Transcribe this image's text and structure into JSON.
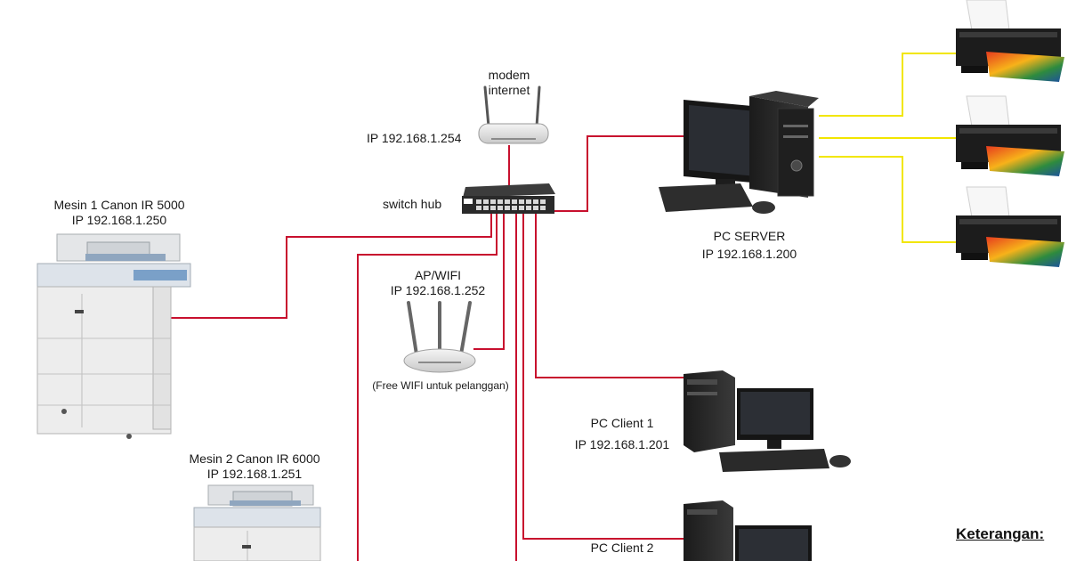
{
  "modem": {
    "label_line1": "modem",
    "label_line2": "internet",
    "ip": "IP 192.168.1.254"
  },
  "switch": {
    "label": "switch hub"
  },
  "ap": {
    "label": "AP/WIFI",
    "ip": "IP 192.168.1.252",
    "note": "(Free WIFI untuk pelanggan)"
  },
  "machine1": {
    "name": "Mesin 1 Canon IR 5000",
    "ip": "IP 192.168.1.250"
  },
  "machine2": {
    "name": "Mesin 2 Canon IR 6000",
    "ip": "IP 192.168.1.251"
  },
  "server": {
    "name": "PC SERVER",
    "ip": "IP 192.168.1.200"
  },
  "client1": {
    "name": "PC Client 1",
    "ip": "IP 192.168.1.201"
  },
  "client2": {
    "name": "PC Client 2"
  },
  "legend": {
    "title": "Keterangan:"
  },
  "colors": {
    "lan_cable": "#c8102e",
    "printer_cable": "#f2e600"
  }
}
